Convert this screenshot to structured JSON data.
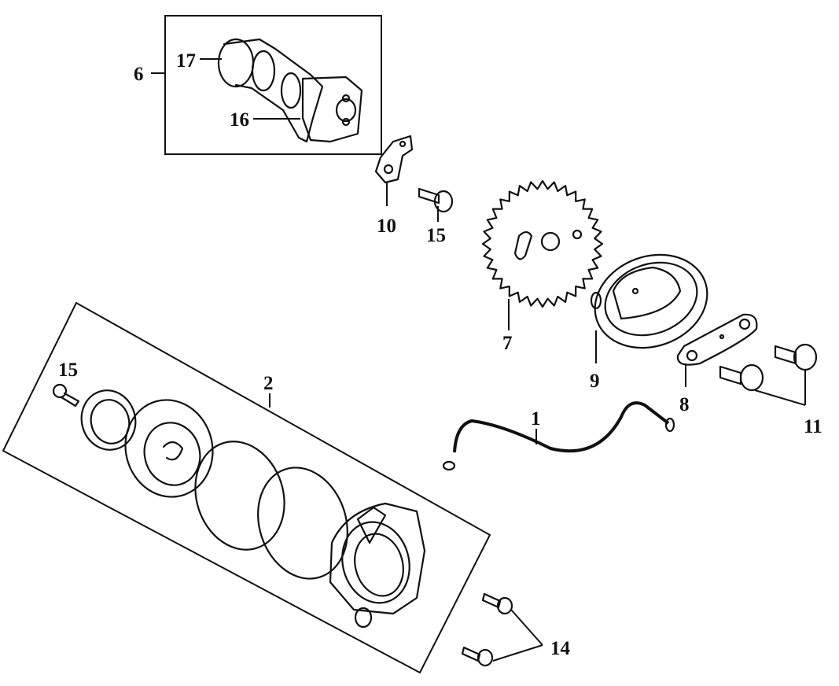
{
  "labels": {
    "p1": "1",
    "p2": "2",
    "p6": "6",
    "p7": "7",
    "p8": "8",
    "p9": "9",
    "p10": "10",
    "p11": "11",
    "p14": "14",
    "p15a": "15",
    "p15b": "15",
    "p16": "16",
    "p17": "17"
  }
}
